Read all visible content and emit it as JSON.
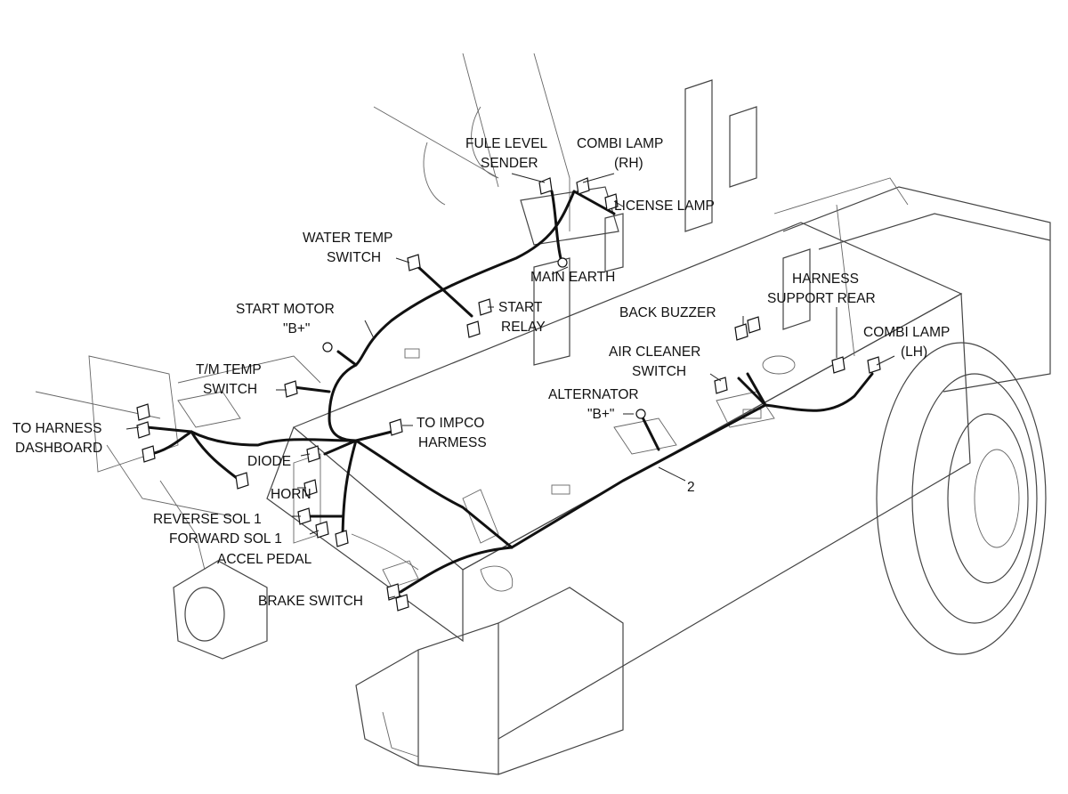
{
  "labels": {
    "fuel_level_sender": [
      "FULE LEVEL",
      "SENDER"
    ],
    "combi_lamp_rh": [
      "COMBI LAMP",
      "(RH)"
    ],
    "license_lamp": "LICENSE LAMP",
    "water_temp_switch": [
      "WATER TEMP",
      "SWITCH"
    ],
    "main_earth": "MAIN EARTH",
    "start_motor": [
      "START MOTOR",
      "\"B+\""
    ],
    "start_relay": [
      "START",
      "RELAY"
    ],
    "harness_support_rear": [
      "HARNESS",
      "SUPPORT REAR"
    ],
    "back_buzzer": "BACK BUZZER",
    "combi_lamp_lh": [
      "COMBI LAMP",
      "(LH)"
    ],
    "air_cleaner_switch": [
      "AIR CLEANER",
      "SWITCH"
    ],
    "tm_temp_switch": [
      "T/M TEMP",
      "SWITCH"
    ],
    "alternator": [
      "ALTERNATOR",
      "\"B+\""
    ],
    "to_harness_dashboard": [
      "TO HARNESS",
      "DASHBOARD"
    ],
    "to_impco_harness": [
      "TO IMPCO",
      "HARMESS"
    ],
    "diode": "DIODE",
    "horn": "HORN",
    "reverse_sol": "REVERSE SOL 1",
    "forward_sol": "FORWARD SOL 1",
    "accel_pedal": "ACCEL PEDAL",
    "brake_switch": "BRAKE SWITCH",
    "callout_2": "2"
  }
}
